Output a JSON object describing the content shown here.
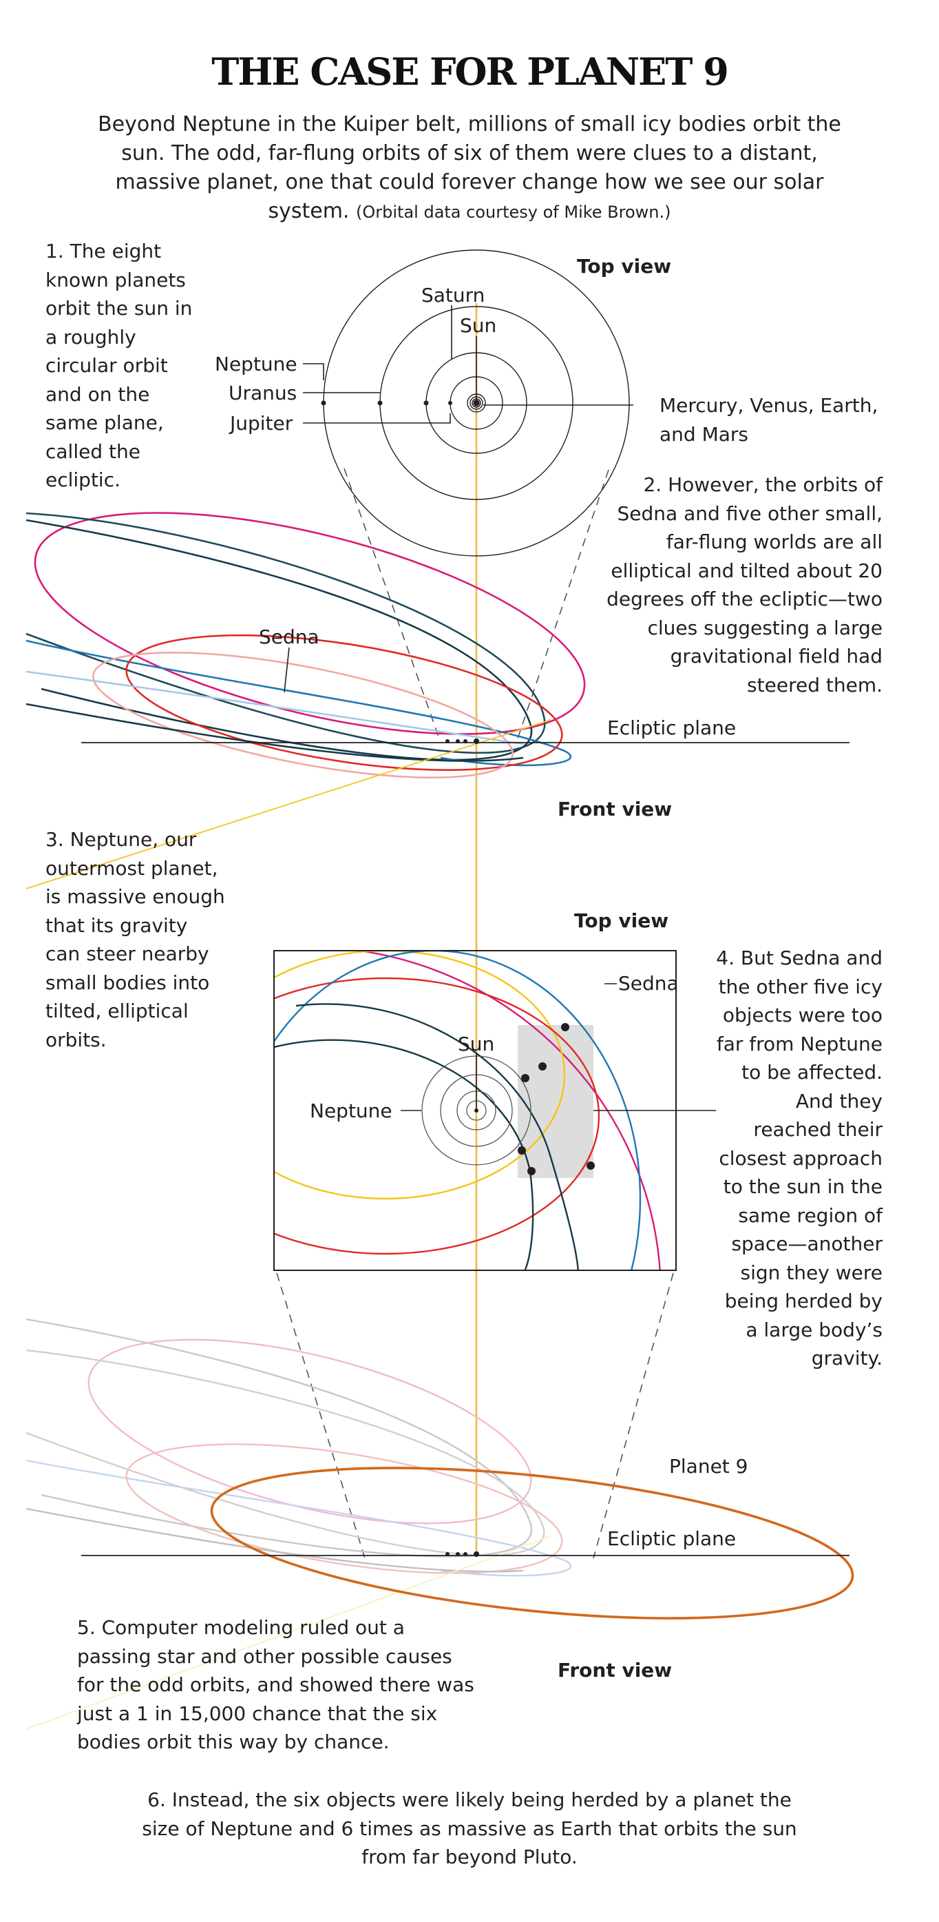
{
  "header": {
    "title": "THE CASE FOR PLANET 9",
    "intro": "Beyond Neptune in the Kuiper belt, millions of small icy bodies orbit the sun. The odd, far-flung orbits of six of them were clues to a distant, massive planet, one that could forever change how we see our solar system.",
    "credit": "(Orbital data courtesy of Mike Brown.)"
  },
  "notes": {
    "n1": "1. The eight known planets orbit the sun in a roughly circular orbit and on the same plane, called the ecliptic.",
    "n2": "2. However, the orbits of Sedna and five other small, far-flung worlds are all elliptical and tilted about 20 degrees off the ecliptic—two clues suggesting a large gravitational field had steered them.",
    "n3": "3. Neptune, our outermost planet, is massive enough that its gravity can steer nearby small bodies into tilted, elliptical orbits.",
    "n4": "4. But Sedna and the other five icy objects were too far from Neptune to be affected. And they reached their closest approach to the sun in the same region of space—another sign they were being herded by a large body’s gravity.",
    "n5": "5. Computer modeling ruled out a passing star and other possible causes for the odd orbits, and showed there was just a 1 in 15,000 chance that the six bodies orbit this way by chance.",
    "n6": "6. Instead, the six objects were likely being herded by a planet the size of Neptune and 6 times as massive as Earth that orbits the sun from far beyond Pluto."
  },
  "labels": {
    "top_view_1": "Top view",
    "front_view_1": "Front view",
    "top_view_2": "Top view",
    "front_view_2": "Front view",
    "saturn": "Saturn",
    "sun_1": "Sun",
    "neptune_1": "Neptune",
    "uranus": "Uranus",
    "jupiter": "Jupiter",
    "inner_planets_1": "Mercury, Venus, Earth,",
    "inner_planets_2": "and Mars",
    "sedna_1": "Sedna",
    "ecliptic_1": "Ecliptic plane",
    "sedna_2": "Sedna",
    "sun_2": "Sun",
    "neptune_2": "Neptune",
    "planet9": "Planet 9",
    "ecliptic_2": "Ecliptic plane"
  },
  "colors": {
    "sun_axis": "#f0b64a",
    "sedna_orbit": "#1f78b4",
    "magenta_orbit": "#d81b77",
    "red_orbit": "#e02a26",
    "yellow_orbit": "#f5c518",
    "dark_teal_orbit": "#163a47",
    "planet9_orbit": "#d2691e",
    "highlight_region": "#dddddd"
  }
}
